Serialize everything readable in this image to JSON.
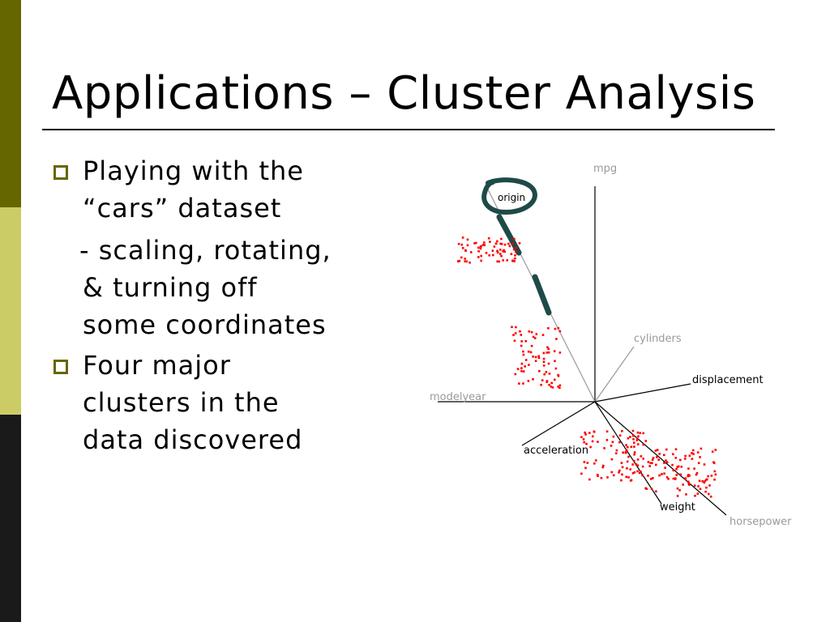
{
  "colors": {
    "sidebar": [
      "#666600",
      "#cccc66",
      "#1a1a1a"
    ],
    "bullet": "#666600",
    "cluster_points": "#ff0000",
    "origin_highlight": "#1e4a48",
    "light_axis_label": "#9a9a9a",
    "dark_axis_label": "#000000"
  },
  "slide": {
    "title": "Applications – Cluster Analysis"
  },
  "bullets": [
    {
      "lines": [
        "Playing with the",
        "“cars” dataset"
      ],
      "sub": [
        "- scaling, rotating,",
        "& turning off",
        "some coordinates"
      ]
    },
    {
      "lines": [
        "Four major",
        "clusters in the",
        "data discovered"
      ]
    }
  ],
  "figure": {
    "axes": {
      "mpg": "mpg",
      "origin": "origin",
      "cylinders": "cylinders",
      "displacement": "displacement",
      "modelyear": "modelyear",
      "acceleration": "acceleration",
      "weight": "weight",
      "horsepower": "horsepower"
    },
    "clusters": 4
  }
}
